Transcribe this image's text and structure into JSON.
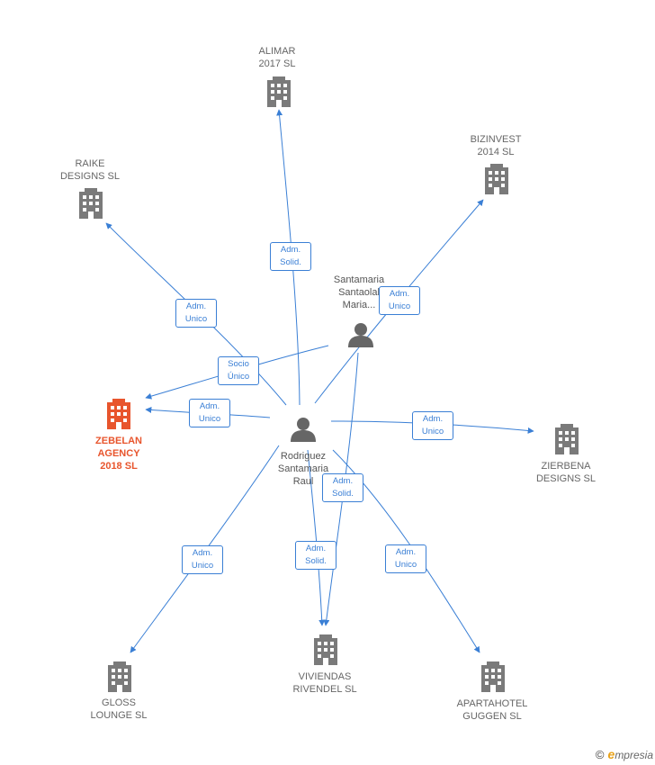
{
  "colors": {
    "company": "#7a7a7a",
    "main": "#e8552d",
    "person": "#666666",
    "edge": "#3a7fd5"
  },
  "nodes": {
    "alimar": {
      "label": "ALIMAR\n2017  SL",
      "kind": "company"
    },
    "bizinvest": {
      "label": "BIZINVEST\n2014  SL",
      "kind": "company"
    },
    "raike": {
      "label": "RAIKE\nDESIGNS SL",
      "kind": "company"
    },
    "zebelan": {
      "label": "ZEBELAN\nAGENCY\n2018  SL",
      "kind": "main"
    },
    "zierbena": {
      "label": "ZIERBENA\nDESIGNS  SL",
      "kind": "company"
    },
    "gloss": {
      "label": "GLOSS\nLOUNGE  SL",
      "kind": "company"
    },
    "viviendas": {
      "label": "VIVIENDAS\nRIVENDEL  SL",
      "kind": "company"
    },
    "apartahotel": {
      "label": "APARTAHOTEL\nGUGGEN SL",
      "kind": "company"
    },
    "santamaria": {
      "label": "Santamaria\nSantaolal\nMaria...",
      "kind": "person"
    },
    "rodriguez": {
      "label": "Rodriguez\nSantamaria\nRaul",
      "kind": "person"
    }
  },
  "edge_labels": {
    "alimar": "Adm.\nSolid.",
    "raike": "Adm.\nUnico",
    "bizinvest": "Adm.\nUnico",
    "socio": "Socio\nÚnico",
    "zebelan": "Adm.\nUnico",
    "zierbena": "Adm.\nUnico",
    "viviendas_santamaria": "Adm.\nSolid.",
    "viviendas_rodriguez": "Adm.\nSolid.",
    "gloss": "Adm.\nUnico",
    "apartahotel": "Adm.\nUnico"
  },
  "footer": {
    "copyright": "©",
    "brand_initial": "e",
    "brand_rest": "mpresia"
  }
}
